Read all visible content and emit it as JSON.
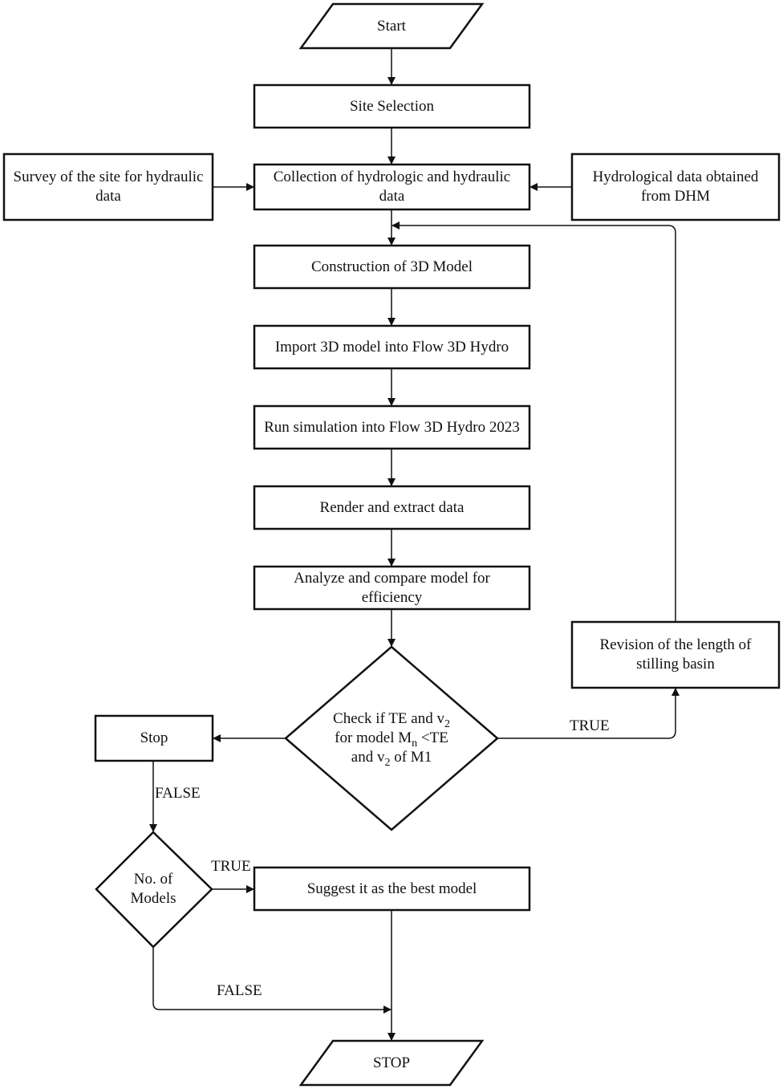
{
  "flowchart": {
    "start": "Start",
    "site_selection": "Site Selection",
    "survey": "Survey of the site for hydraulic data",
    "collection": "Collection of hydrologic and hydraulic data",
    "hydrological_data": "Hydrological data obtained from DHM",
    "construction": "Construction of 3D Model",
    "import": "Import 3D model into Flow 3D Hydro",
    "run": "Run simulation into Flow 3D Hydro 2023",
    "render": "Render and extract data",
    "analyze": "Analyze and compare model for efficiency",
    "revision": "Revision of the length of stilling basin",
    "decision": {
      "line1_pre": "Check if TE and v",
      "line1_sub": "2",
      "line2_pre": "for model M",
      "line2_sub": "n",
      "line2_post": " <TE",
      "line3_pre": "and v",
      "line3_sub": "2",
      "line3_post": " of M1"
    },
    "stop_box": "Stop",
    "models_decision": "No. of Models",
    "suggest": "Suggest it as the best model",
    "end": "STOP",
    "labels": {
      "true_revision": "TRUE",
      "false_stop": "FALSE",
      "true_suggest": "TRUE",
      "false_end": "FALSE"
    }
  }
}
